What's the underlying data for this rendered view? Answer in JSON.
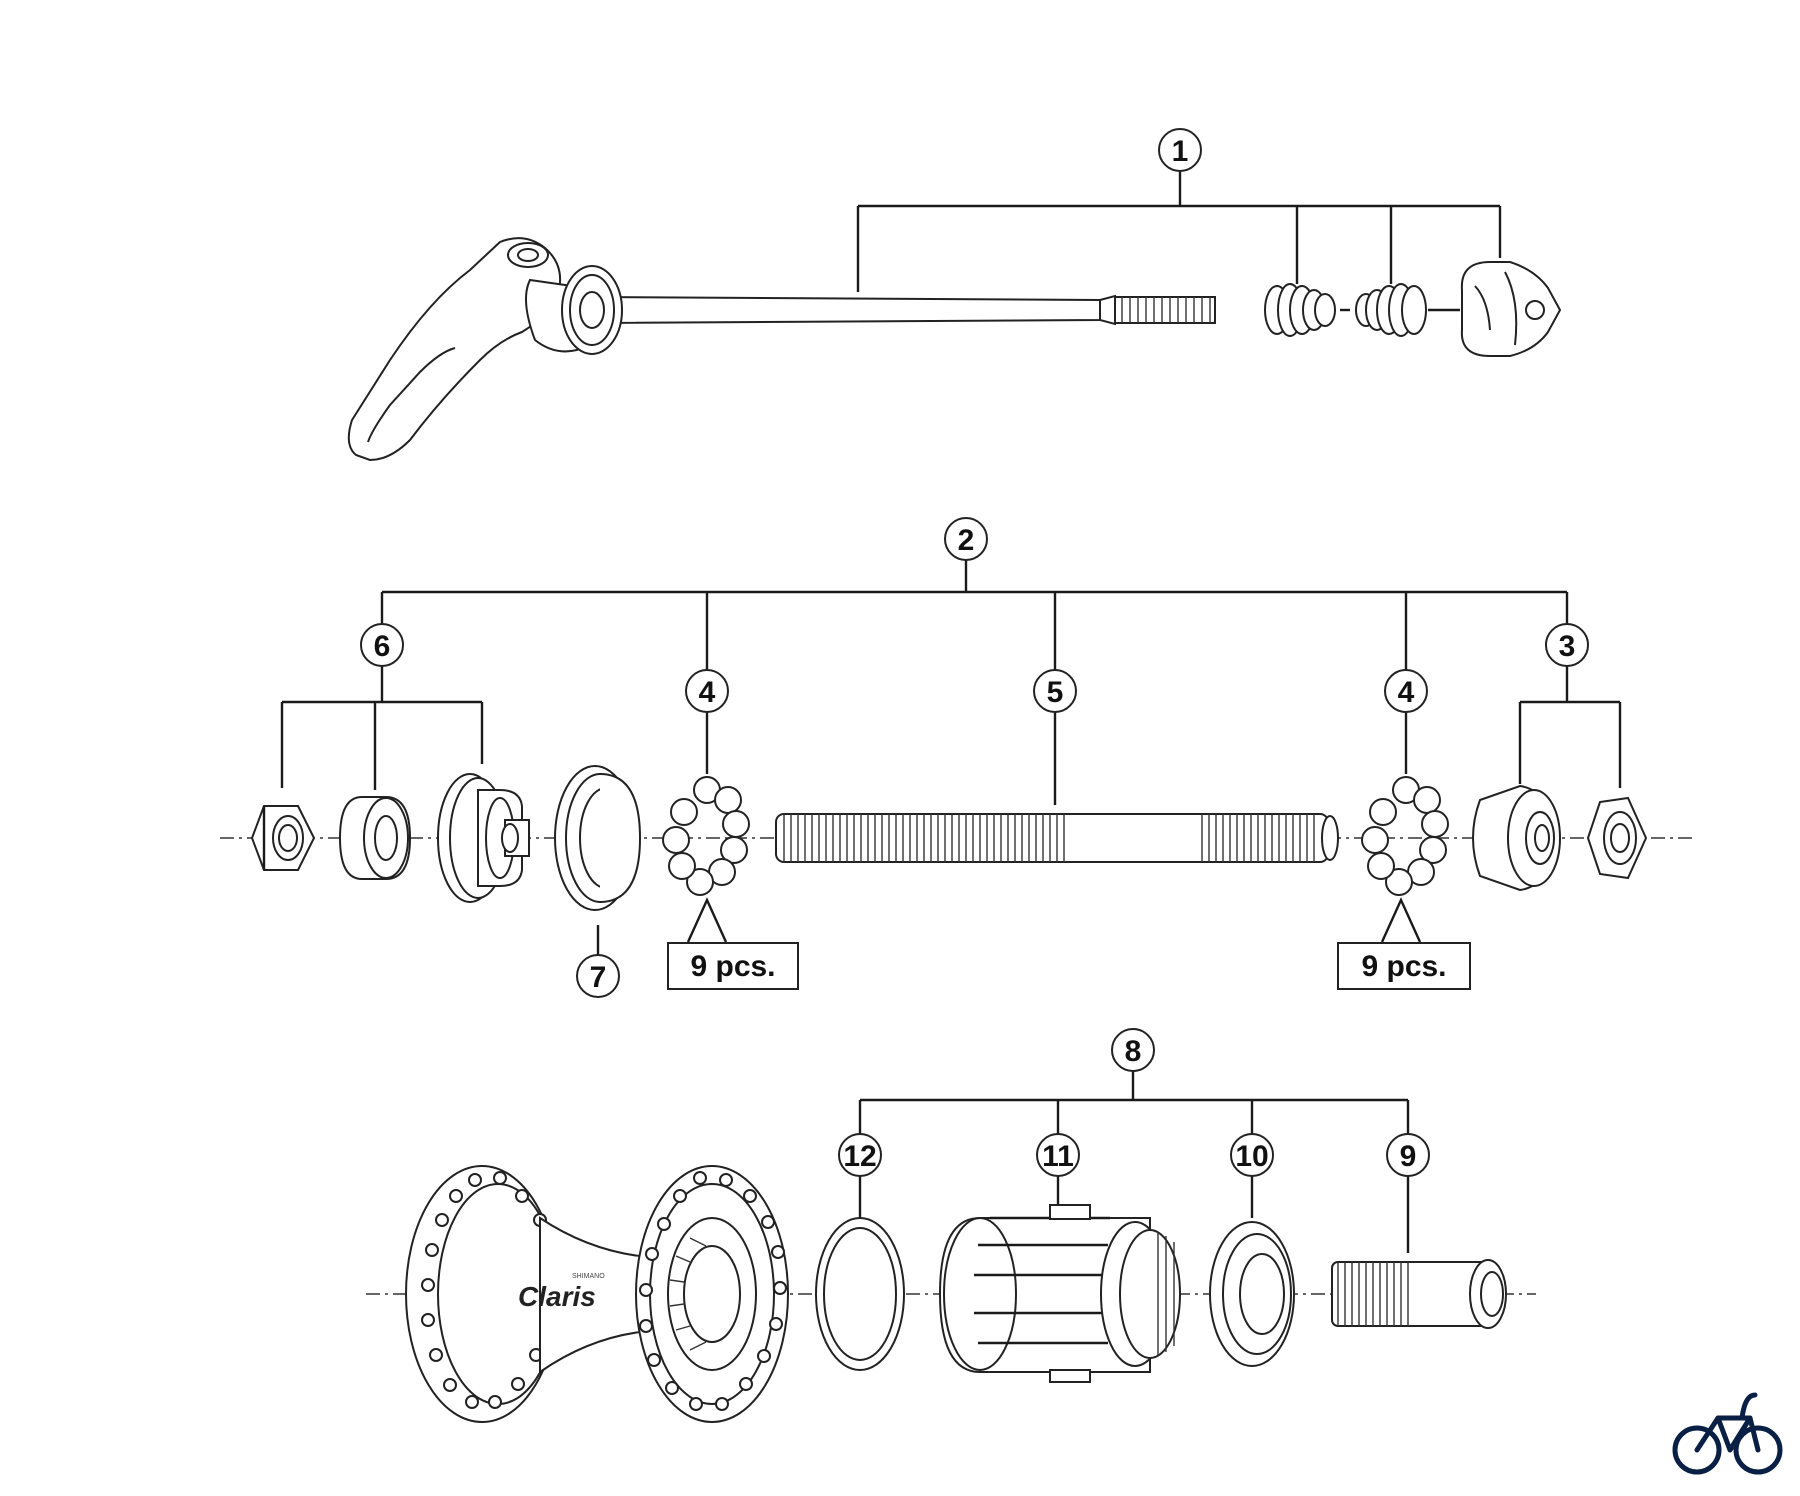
{
  "callouts": {
    "c1": "1",
    "c2": "2",
    "c3": "3",
    "c4a": "4",
    "c4b": "4",
    "c5": "5",
    "c6": "6",
    "c7": "7",
    "c8": "8",
    "c9": "9",
    "c10": "10",
    "c11": "11",
    "c12": "12"
  },
  "quantities": {
    "left": "9 pcs.",
    "right": "9 pcs."
  },
  "hub_branding": {
    "maker": "SHIMANO",
    "series": "Claris"
  },
  "icons": {
    "corner_logo": "bicycle-icon"
  },
  "colors": {
    "line": "#1a1a1a",
    "background": "#ffffff",
    "logo": "#0a1f44"
  }
}
